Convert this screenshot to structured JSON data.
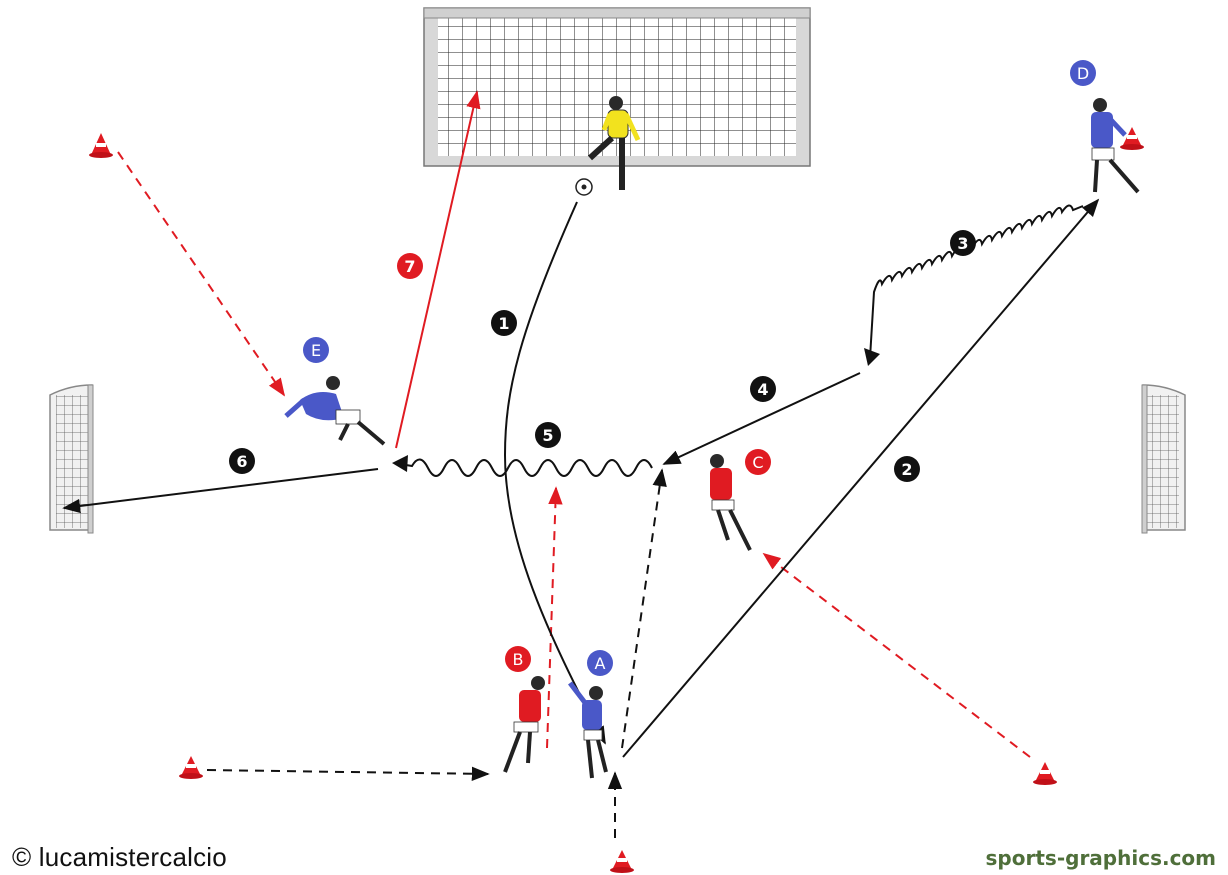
{
  "players": [
    {
      "id": "A",
      "team": "blue"
    },
    {
      "id": "B",
      "team": "red"
    },
    {
      "id": "C",
      "team": "red"
    },
    {
      "id": "D",
      "team": "blue"
    },
    {
      "id": "E",
      "team": "blue"
    }
  ],
  "steps": [
    {
      "n": "1",
      "color": "black"
    },
    {
      "n": "2",
      "color": "black"
    },
    {
      "n": "3",
      "color": "black"
    },
    {
      "n": "4",
      "color": "black"
    },
    {
      "n": "5",
      "color": "black"
    },
    {
      "n": "6",
      "color": "black"
    },
    {
      "n": "7",
      "color": "red"
    }
  ],
  "colors": {
    "blue": "#4a58c8",
    "red": "#e01b22",
    "black": "#111111",
    "brand": "#4f6f3a"
  },
  "footer": {
    "copyright": "© lucamistercalcio",
    "site": "sports-graphics.com"
  }
}
